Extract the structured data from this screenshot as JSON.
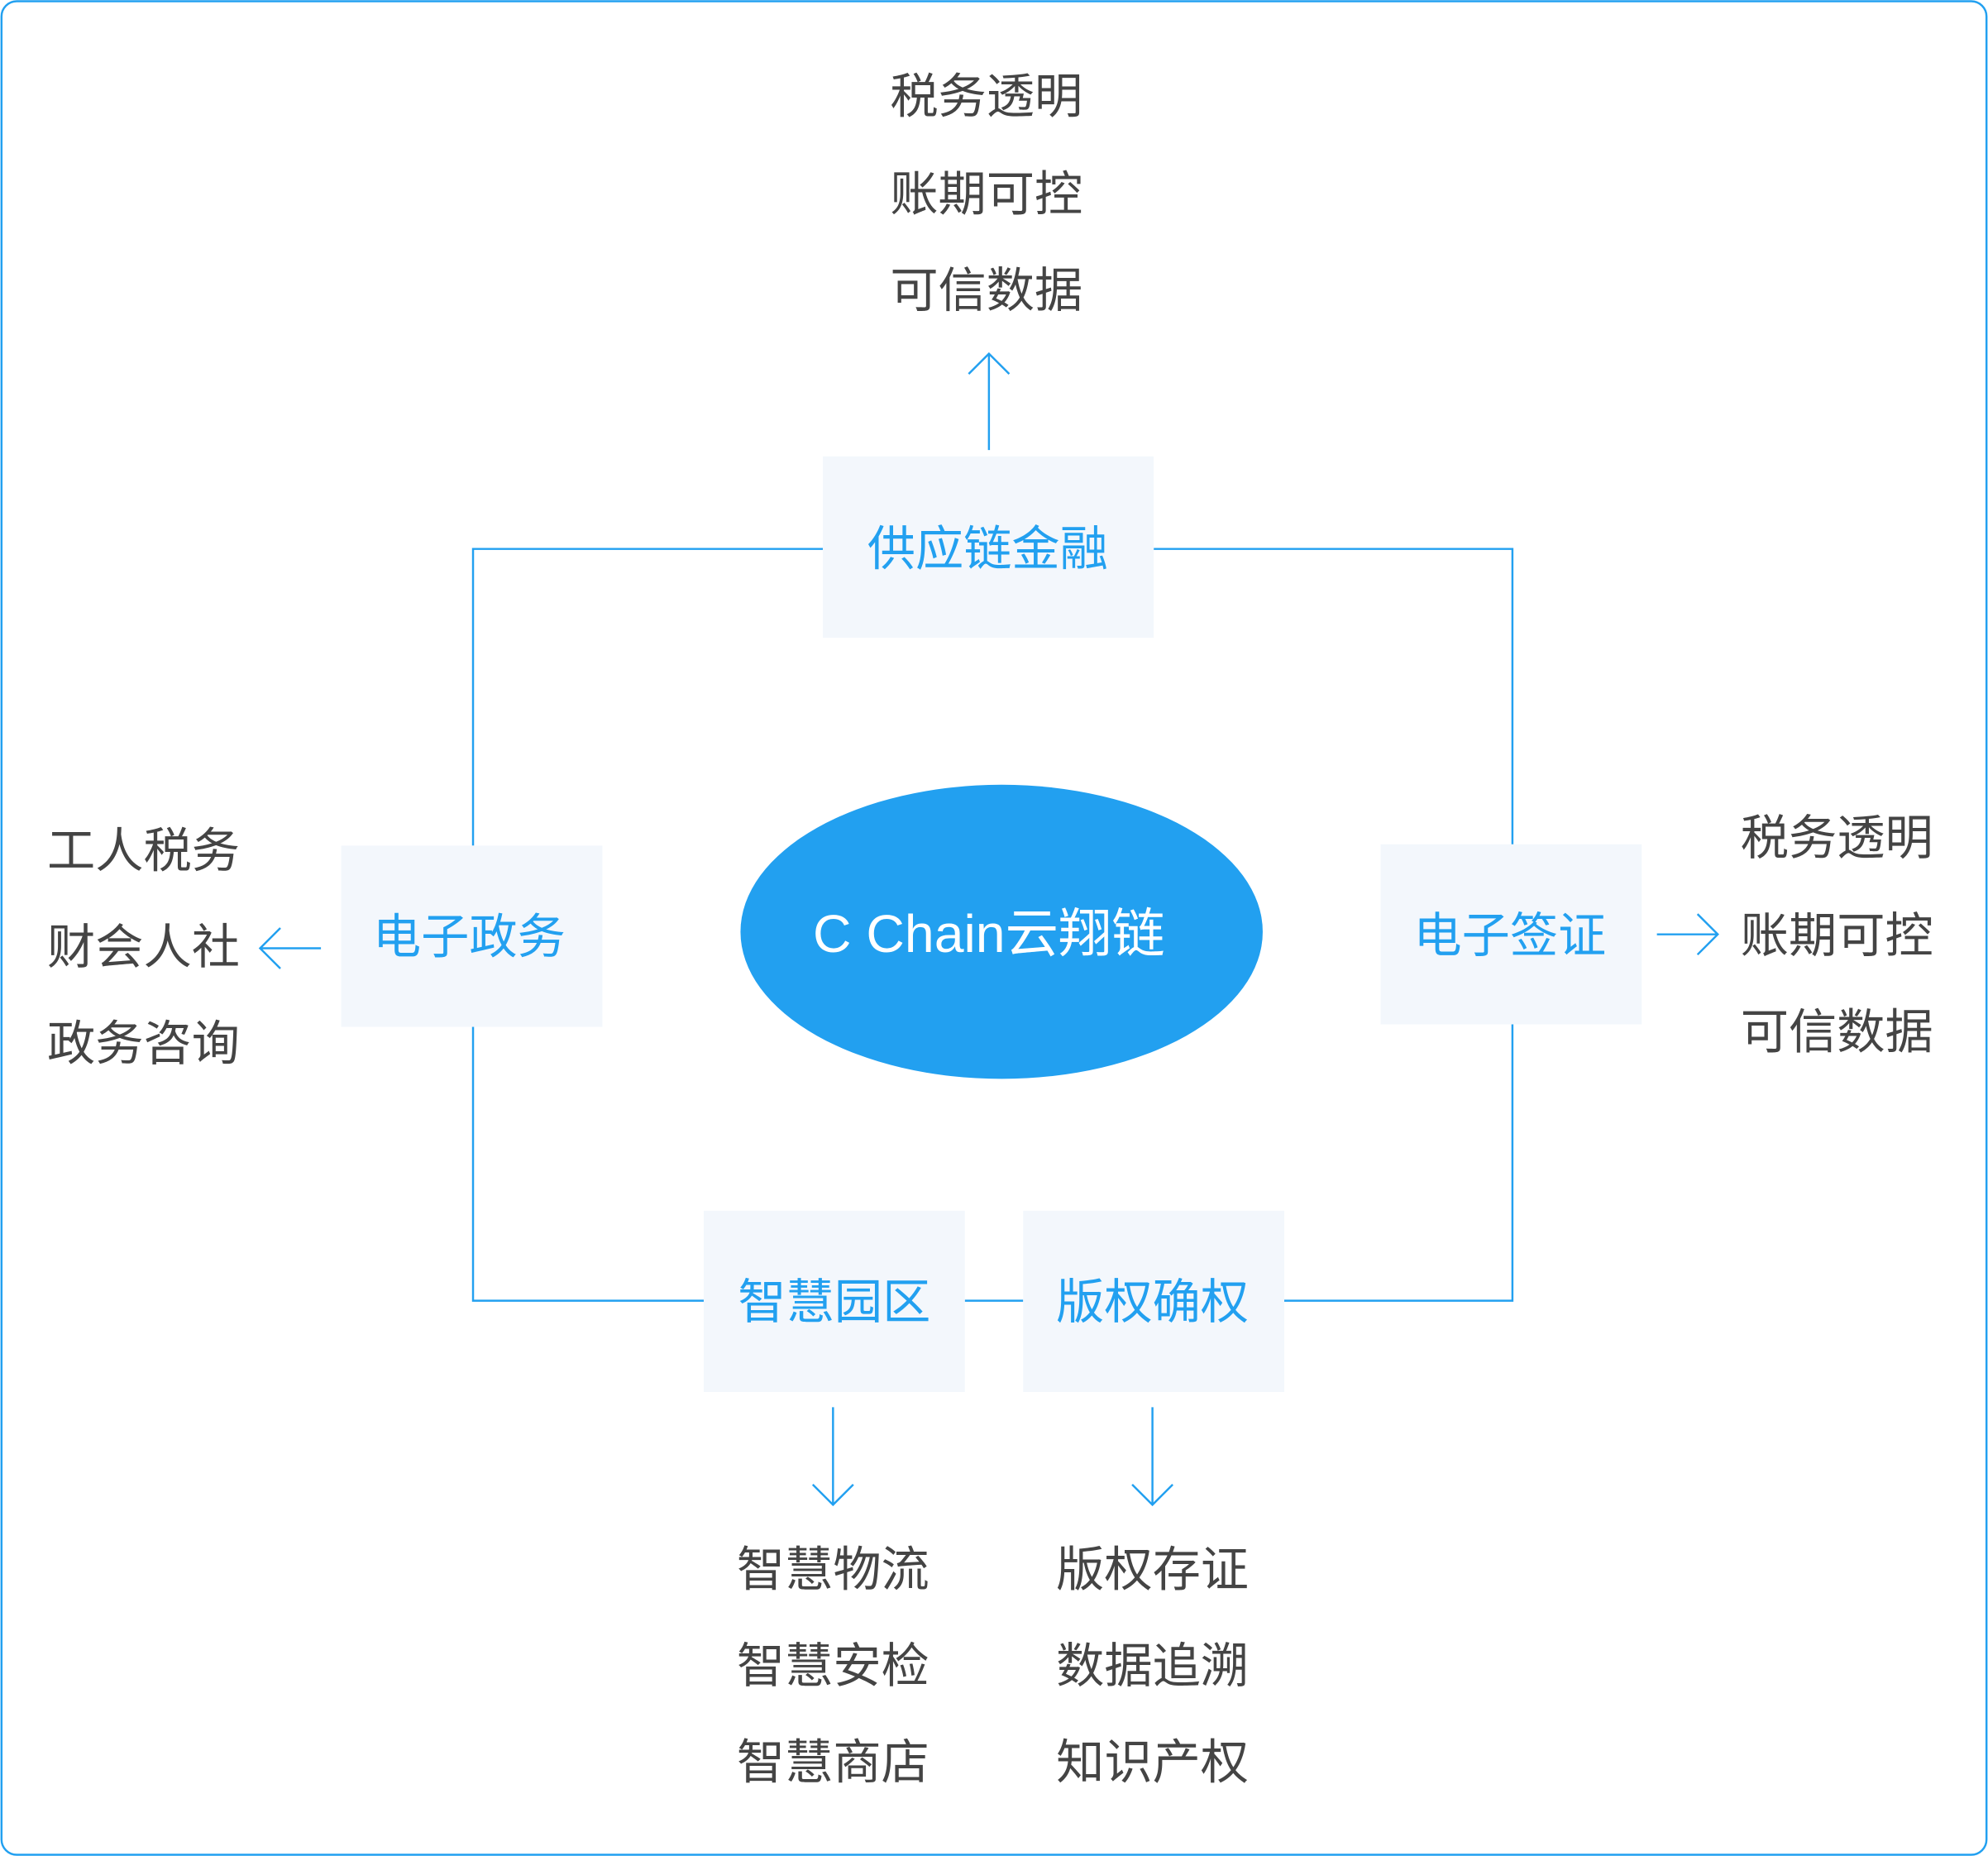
{
  "colors": {
    "accent": "#22a0f0",
    "box_bg": "#f3f7fc",
    "text": "#444444",
    "core_text": "#ffffff"
  },
  "core": {
    "label": "C Chain云翔链"
  },
  "nodes": {
    "top": {
      "label": "供应链金融",
      "items": [
        "税务透明",
        "账期可控",
        "可信数据"
      ]
    },
    "left": {
      "label": "电子政务",
      "items": [
        "工人税务",
        "财会人社",
        "政务咨询"
      ]
    },
    "right": {
      "label": "电子签证",
      "items": [
        "税务透明",
        "账期可控",
        "可信数据"
      ]
    },
    "bottom_left": {
      "label": "智慧园区",
      "items": [
        "智慧物流",
        "智慧安检",
        "智慧商店"
      ]
    },
    "bottom_right": {
      "label": "版权确权",
      "items": [
        "版权存证",
        "数据追溯",
        "知识产权"
      ]
    }
  }
}
